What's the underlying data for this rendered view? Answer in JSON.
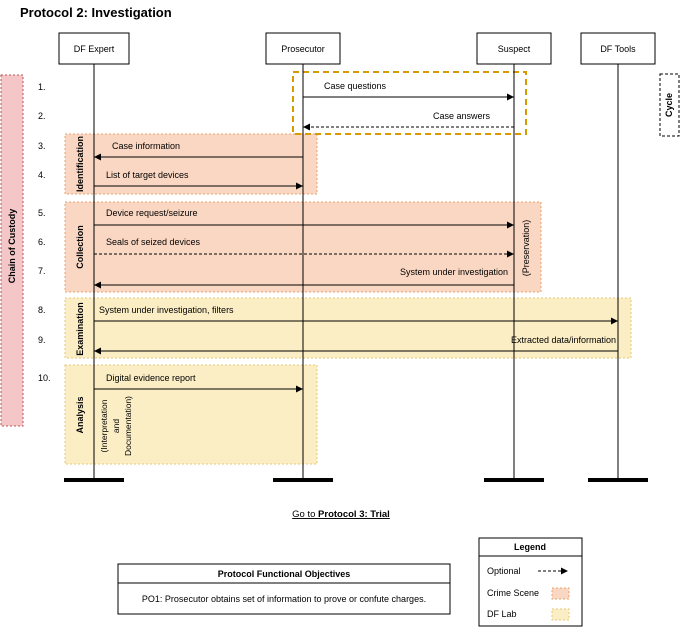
{
  "title": "Protocol 2: Investigation",
  "actors": [
    "DF Expert",
    "Prosecutor",
    "Suspect",
    "DF Tools"
  ],
  "step_numbers": [
    "1.",
    "2.",
    "3.",
    "4.",
    "5.",
    "6.",
    "7.",
    "8.",
    "9.",
    "10."
  ],
  "messages": [
    {
      "label": "Case questions",
      "from": 1,
      "to": 2,
      "style": "solid"
    },
    {
      "label": "Case answers",
      "from": 2,
      "to": 1,
      "style": "dashed"
    },
    {
      "label": "Case information",
      "from": 1,
      "to": 0,
      "style": "solid"
    },
    {
      "label": "List of target devices",
      "from": 0,
      "to": 1,
      "style": "solid"
    },
    {
      "label": "Device request/seizure",
      "from": 0,
      "to": 2,
      "style": "solid"
    },
    {
      "label": "Seals of seized devices",
      "from": 0,
      "to": 2,
      "style": "dashed"
    },
    {
      "label": "System under investigation",
      "from": 2,
      "to": 0,
      "style": "solid"
    },
    {
      "label": "System under investigation, filters",
      "from": 0,
      "to": 3,
      "style": "solid"
    },
    {
      "label": "Extracted data/information",
      "from": 3,
      "to": 0,
      "style": "solid"
    },
    {
      "label": "Digital evidence report",
      "from": 0,
      "to": 1,
      "style": "solid"
    }
  ],
  "phases": [
    {
      "label": "Identification",
      "type": "Crime Scene"
    },
    {
      "label": "Collection",
      "type": "Crime Scene"
    },
    {
      "label": "Examination",
      "type": "DF Lab"
    },
    {
      "label": "Analysis",
      "type": "DF Lab"
    }
  ],
  "preservation_label": "(Preservation)",
  "analysis_note": [
    "(Interpretation",
    "and",
    "Documentation)"
  ],
  "chain_of_custody_label": "Chain of Custody",
  "cycle_label": "Cycle",
  "goto": {
    "prefix": "Go to ",
    "target": "Protocol 3: Trial"
  },
  "objectives": {
    "title": "Protocol Functional Objectives",
    "items": [
      "PO1: Prosecutor obtains set of information to prove or confute charges."
    ]
  },
  "legend": {
    "title": "Legend",
    "items": [
      {
        "label": "Optional",
        "kind": "dashed-arrow"
      },
      {
        "label": "Crime Scene",
        "kind": "swatch",
        "fill": "#fad7c2",
        "stroke": "#e8a26f"
      },
      {
        "label": "DF Lab",
        "kind": "swatch",
        "fill": "#fbeec5",
        "stroke": "#e6c777"
      }
    ]
  },
  "colors": {
    "crime_scene_fill": "#fad7c2",
    "crime_scene_stroke": "#e8a26f",
    "df_lab_fill": "#fbeec5",
    "df_lab_stroke": "#e6c777",
    "chain_fill": "#f5c6c8",
    "chain_stroke": "#b85450",
    "cycle_stroke": "#d79b00"
  }
}
